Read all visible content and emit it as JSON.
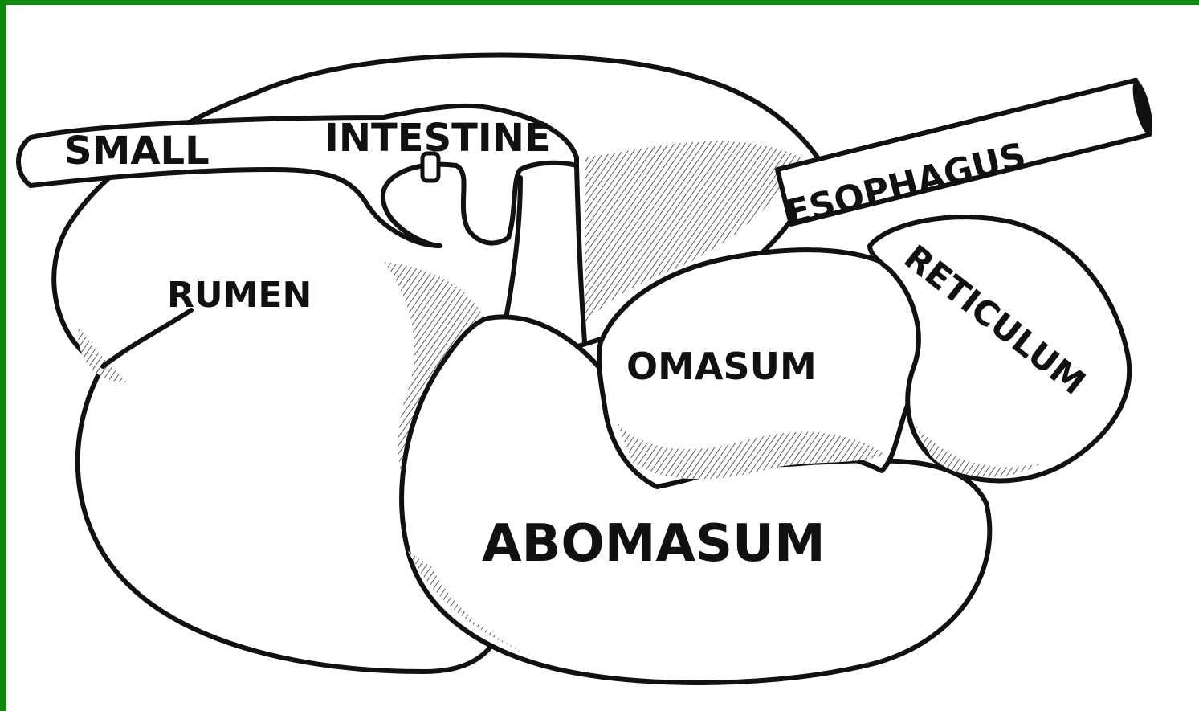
{
  "diagram": {
    "labels": {
      "small": "SMALL",
      "intestine": "INTESTINE",
      "esophagus": "ESOPHAGUS",
      "rumen": "RUMEN",
      "reticulum": "RETICULUM",
      "omasum": "OMASUM",
      "abomasum": "ABOMASUM"
    }
  },
  "colors": {
    "border": "#0f8a0f",
    "ink": "#111111",
    "background": "#ffffff"
  }
}
